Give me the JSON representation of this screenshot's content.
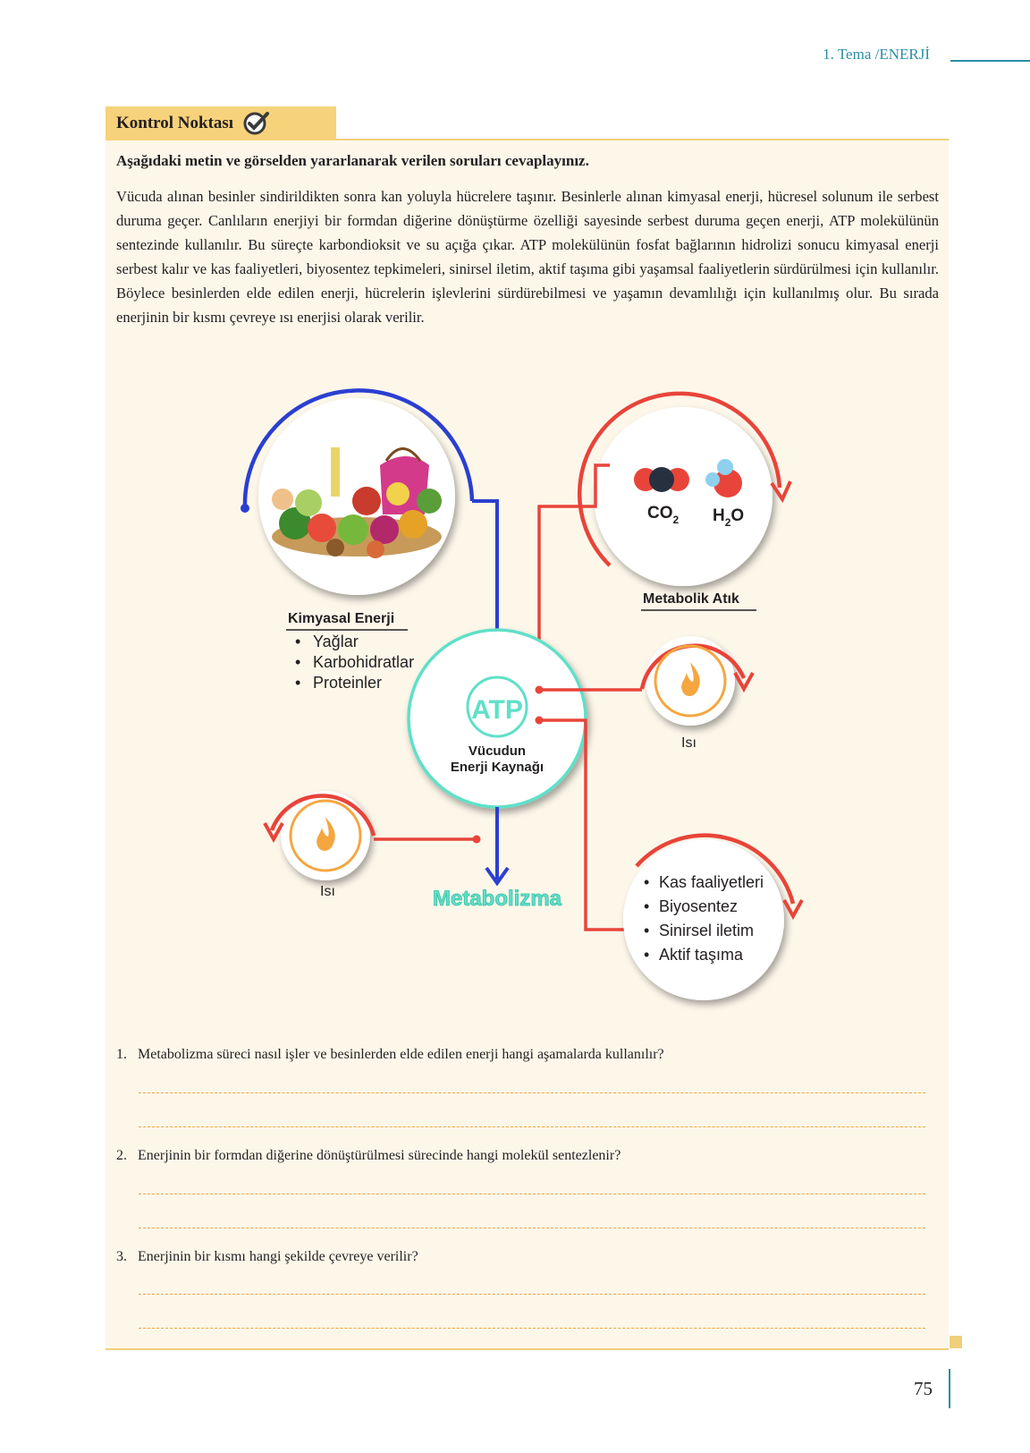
{
  "header": {
    "topic": "1. Tema /ENERJİ"
  },
  "section": {
    "title": "Kontrol Noktası",
    "instruction": "Aşağıdaki metin ve görselden yararlanarak verilen soruları cevaplayınız.",
    "paragraph": "Vücuda alınan besinler sindirildikten sonra kan yoluyla hücrelere taşınır. Besinlerle alınan kimyasal enerji, hücresel solunum ile serbest duruma geçer. Canlıların enerjiyi bir formdan diğerine dönüştürme özelliği sayesinde serbest duruma geçen enerji, ATP molekülünün sentezinde kullanılır. Bu süreçte karbondioksit ve su açığa çıkar. ATP molekülünün fosfat bağlarının hidrolizi sonucu kimyasal enerji serbest kalır ve kas faaliyetleri, biyosentez tepkimeleri, sinirsel iletim, aktif taşıma gibi yaşamsal faaliyetlerin sürdürülmesi için kullanılır. Böylece besinlerden elde edilen enerji, hücrelerin işlevlerini sürdürebilmesi ve yaşamın devamlılığı için kullanılmış olur. Bu sırada enerjinin bir kısmı çevreye ısı enerjisi olarak verilir."
  },
  "diagram": {
    "chemical_energy": {
      "title": "Kimyasal Enerji",
      "items": [
        "Yağlar",
        "Karbohidratlar",
        "Proteinler"
      ]
    },
    "waste": {
      "title": "Metabolik Atık",
      "co2": "CO",
      "co2_sub": "2",
      "h2o_a": "H",
      "h2o_sub": "2",
      "h2o_b": "O"
    },
    "atp": {
      "label": "ATP",
      "caption_line1": "Vücudun",
      "caption_line2": "Enerji Kaynağı"
    },
    "heat_right": "Isı",
    "heat_left": "Isı",
    "metabolism": "Metabolizma",
    "activities": [
      "Kas faaliyetleri",
      "Biyosentez",
      "Sinirsel iletim",
      "Aktif taşıma"
    ],
    "colors": {
      "blue": "#2b3fd1",
      "red": "#e8443a",
      "teal": "#5fe0c8",
      "orange": "#f4a640"
    }
  },
  "questions": [
    {
      "num": "1.",
      "text": "Metabolizma süreci nasıl işler ve besinlerden elde edilen enerji hangi aşamalarda kullanılır?"
    },
    {
      "num": "2.",
      "text": "Enerjinin bir formdan diğerine dönüştürülmesi sürecinde hangi molekül sentezlenir?"
    },
    {
      "num": "3.",
      "text": "Enerjinin bir kısmı hangi şekilde çevreye verilir?"
    }
  ],
  "page_number": "75"
}
